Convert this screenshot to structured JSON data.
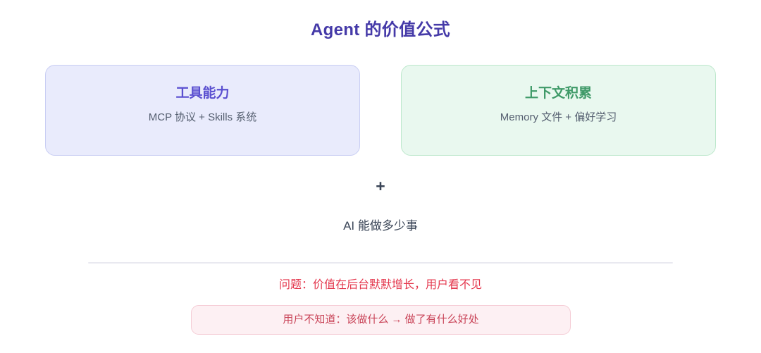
{
  "slide": {
    "title": "Agent 的价值公式",
    "background_color": "#ffffff",
    "title_color": "#453aa8"
  },
  "formula": {
    "operator": "+",
    "result_label": "AI 能做多少事",
    "cards": [
      {
        "id": "tools",
        "title": "工具能力",
        "subtitle": "MCP 协议 + Skills 系统",
        "background_color": "#e9ebfc",
        "border_color": "#c8cdf3",
        "title_color": "#5a4fd0",
        "subtitle_color": "#555f70"
      },
      {
        "id": "context",
        "title": "上下文积累",
        "subtitle": "Memory 文件 + 偏好学习",
        "background_color": "#e9f8ef",
        "border_color": "#bde8cc",
        "title_color": "#3f9a68",
        "subtitle_color": "#555f70"
      }
    ]
  },
  "problem": {
    "statement": "问题：价值在后台默默增长，用户看不见",
    "statement_color": "#e4384e",
    "callout": "用户不知道：该做什么 → 做了有什么好处",
    "callout_text_color": "#c94458",
    "callout_background_color": "#fdf0f3",
    "callout_border_color": "#f5ccd5"
  },
  "divider": {
    "color": "#e9e9f0"
  }
}
